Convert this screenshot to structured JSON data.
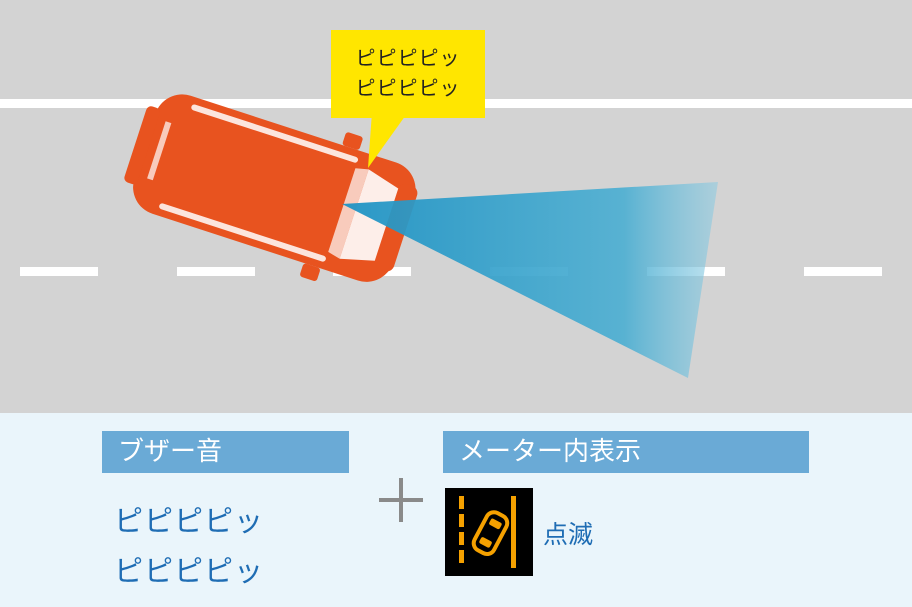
{
  "scene": {
    "bubble_lines": [
      "ピピピピッ",
      "ピピピピッ"
    ],
    "colors": {
      "road": "#d3d3d3",
      "lane_marking": "#ffffff",
      "car": "#e8531f",
      "detection_zone": "#3aa0c8",
      "bubble": "#ffe600"
    }
  },
  "panel": {
    "buzzer_header": "ブザー音",
    "buzzer_sound_lines": [
      "ピピピピッ",
      "ピピピピッ"
    ],
    "plus_icon": "plus-icon",
    "meter_header": "メーター内表示",
    "meter_icon": "lane-departure-indicator-icon",
    "meter_status": "点滅",
    "colors": {
      "header_bg": "#6aaad6",
      "header_text": "#ffffff",
      "body_text": "#1f6db4",
      "indicator_bg": "#000000",
      "indicator_fg": "#f5a100"
    }
  }
}
